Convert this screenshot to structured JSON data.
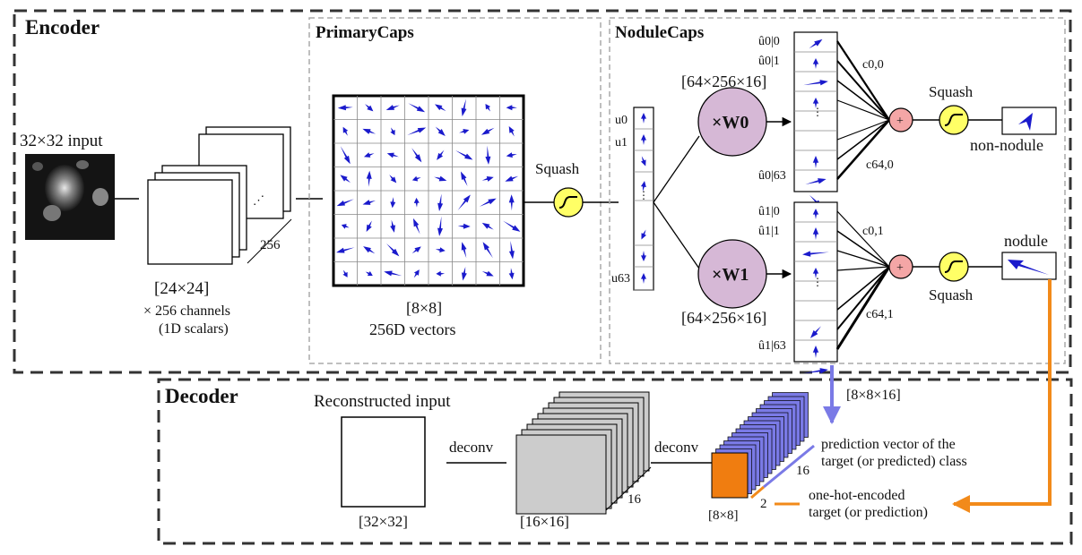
{
  "encoder": {
    "title": "Encoder",
    "input_label": "32×32 input",
    "conv_dims": "[24×24]",
    "conv_channels": "× 256 channels",
    "conv_scalars": "(1D scalars)",
    "conv_depth": "256"
  },
  "primary_caps": {
    "title": "PrimaryCaps",
    "grid_dims": "[8×8]",
    "grid_vectors": "256D vectors",
    "squash_label": "Squash"
  },
  "nodule_caps": {
    "title": "NoduleCaps",
    "u_labels": [
      "u0",
      "u1",
      "u63"
    ],
    "w0_label": "×W0",
    "w1_label": "×W1",
    "w0_dims": "[64×256×16]",
    "w1_dims": "[64×256×16]",
    "uhat_top": [
      "û0|0",
      "û0|1",
      "û0|63"
    ],
    "uhat_bottom": [
      "û1|0",
      "û1|1",
      "û1|63"
    ],
    "coupling_top": [
      "c0,0",
      "c64,0"
    ],
    "coupling_bottom": [
      "c0,1",
      "c64,1"
    ],
    "squash_top": "Squash",
    "squash_bottom": "Squash",
    "plus": "+",
    "out_top_label": "non-nodule",
    "out_bottom_label": "nodule"
  },
  "decoder": {
    "title": "Decoder",
    "recon_label": "Reconstructed input",
    "recon_dims": "[32×32]",
    "deconv1": "deconv",
    "deconv2": "deconv",
    "stack_dims": "[16×16]",
    "stack_depth": "16",
    "blue_dims": "[8×8×16]",
    "small_dims": "[8×8]",
    "small_depth_2": "2",
    "small_depth_16": "16",
    "pred_line1": "prediction vector of the",
    "pred_line2": "target (or predicted) class",
    "onehot_line1": "one-hot-encoded",
    "onehot_line2": "target (or prediction)"
  },
  "colors": {
    "capsule_fill": "#d6b8d6",
    "squash_fill": "#ffff66",
    "plus_fill": "#f4a6a6",
    "arrow_blue": "#1a1acc",
    "onehot_orange": "#f28a1a",
    "pred_blue": "#7a7ae6",
    "box_orange": "#f07d10",
    "stack_gray": "#cccccc"
  },
  "icons": [
    "blue-arrow-icon",
    "squash-sigmoid-icon",
    "plus-node-icon"
  ]
}
